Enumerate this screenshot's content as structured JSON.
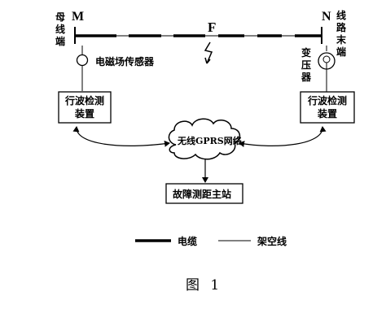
{
  "nodes": {
    "m_label": "M",
    "n_label": "N",
    "f_label": "F"
  },
  "left_side": {
    "bus_label": "母线端",
    "sensor_label": "电磁场传感器",
    "detector_label": "行波检测装置"
  },
  "right_side": {
    "line_end_label": "线路末端",
    "transformer_label": "变压器",
    "detector_label": "行波检测装置"
  },
  "network": {
    "cloud_label": "无线GPRS网络"
  },
  "master_station": {
    "label": "故障测距主站"
  },
  "legend": {
    "cable_label": "电缆",
    "overhead_label": "架空线"
  },
  "caption": "图 1"
}
